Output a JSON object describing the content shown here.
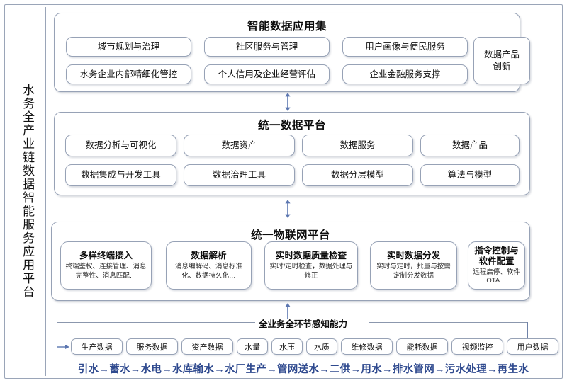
{
  "platform": {
    "vertical_title": "水务全产业链数据智能服务应用平台"
  },
  "layers": {
    "application": {
      "title": "智能数据应用集",
      "boxes_row1": [
        "城市规划与治理",
        "社区服务与管理",
        "用户画像与便民服务"
      ],
      "boxes_row2": [
        "水务企业内部精细化管控",
        "个人信用及企业经营评估",
        "企业金融服务支撑"
      ],
      "side_box": "数据产品\n创新",
      "side_box_line1": "数据产品",
      "side_box_line2": "创新"
    },
    "data_platform": {
      "title": "统一数据平台",
      "boxes_row1": [
        "数据分析与可视化",
        "数据资产",
        "数据服务",
        "数据产品"
      ],
      "boxes_row2": [
        "数据集成与开发工具",
        "数据治理工具",
        "数据分层模型",
        "算法与模型"
      ]
    },
    "iot_platform": {
      "title": "统一物联网平台",
      "cards": [
        {
          "title": "多样终端接入",
          "desc": "终端鉴权、连接管理、消息完整性、消息匹配…"
        },
        {
          "title": "数据解析",
          "desc": "消息编解码、消息标准化、数据持久化…"
        },
        {
          "title": "实时数据质量检查",
          "desc": "实时/定时检查，数据处理与修正"
        },
        {
          "title": "实时数据分发",
          "desc": "实时与定时，批量与按需定制分发数据"
        },
        {
          "title": "指令控制与软件配置",
          "desc": "远程启停、软件OTA…"
        }
      ]
    },
    "perception": {
      "title": "全业务全环节感知能力",
      "chips": [
        "生产数据",
        "服务数据",
        "资产数据",
        "水量",
        "水压",
        "水质",
        "维修数据",
        "能耗数据",
        "视频监控",
        "用户数据"
      ]
    },
    "value_chain": {
      "flow": "引水→蓄水→水电→水库输水→水厂生产→管网送水→二供→用水→排水管网→污水处理→再生水"
    }
  },
  "colors": {
    "border": "#97a2b6",
    "arrow": "#5b76b0",
    "flow_text": "#2f4a8f"
  }
}
